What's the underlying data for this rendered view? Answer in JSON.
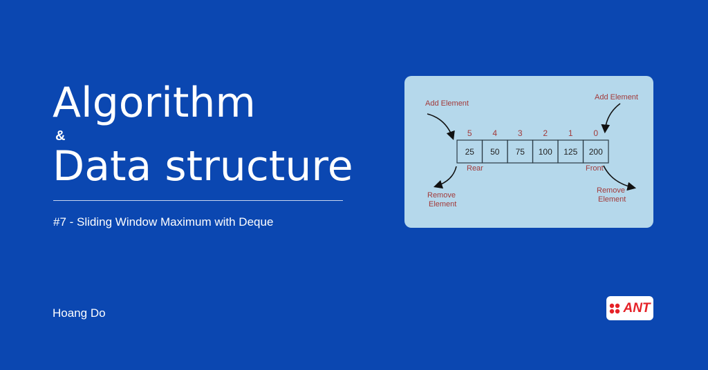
{
  "title_line1": "Algorithm",
  "ampersand": "&",
  "title_line2": "Data structure",
  "subtitle": "#7 - Sliding Window Maximum with Deque",
  "author": "Hoang Do",
  "logo_text": "ANT",
  "colors": {
    "background": "#0b47b1",
    "panel": "#b5d8eb",
    "label_red": "#a23a3a",
    "logo_red": "#e52127"
  },
  "diagram": {
    "add_left": "Add Element",
    "add_right": "Add Element",
    "indices": [
      "5",
      "4",
      "3",
      "2",
      "1",
      "0"
    ],
    "values": [
      "25",
      "50",
      "75",
      "100",
      "125",
      "200"
    ],
    "rear": "Rear",
    "front": "Front",
    "remove_left": [
      "Remove",
      "Element"
    ],
    "remove_right": [
      "Remove",
      "Element"
    ]
  }
}
